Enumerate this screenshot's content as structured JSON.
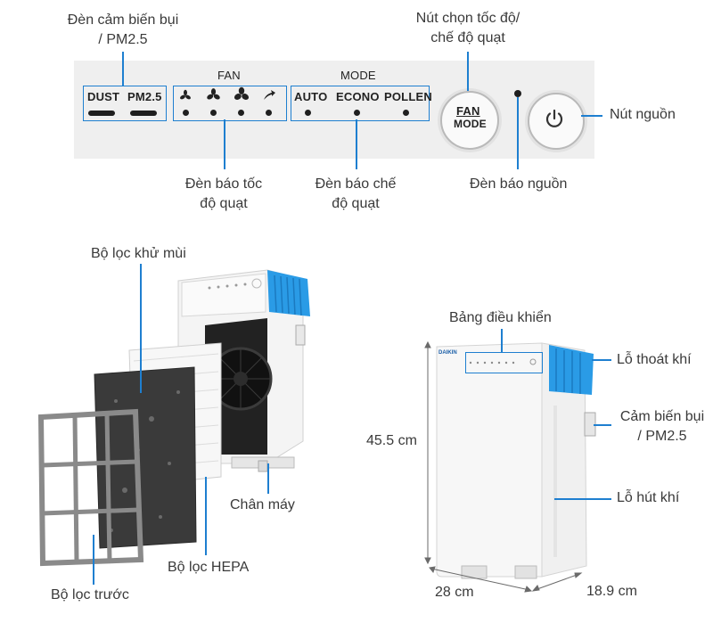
{
  "control_panel": {
    "dust_label": "DUST",
    "pm25_label": "PM2.5",
    "fan_header": "FAN",
    "mode_header": "MODE",
    "mode_auto": "AUTO",
    "mode_econo": "ECONO",
    "mode_pollen": "POLLEN",
    "fan_mode_top": "FAN",
    "fan_mode_bottom": "MODE"
  },
  "callouts": {
    "dust_sensor_l1": "Đèn cảm biến bụi",
    "dust_sensor_l2": "/ PM2.5",
    "speed_btn_l1": "Nút chọn tốc độ/",
    "speed_btn_l2": "chế độ quạt",
    "power_btn": "Nút nguồn",
    "fan_light_l1": "Đèn báo tốc",
    "fan_light_l2": "độ quạt",
    "mode_light_l1": "Đèn báo chế",
    "mode_light_l2": "độ quạt",
    "power_light": "Đèn báo nguồn"
  },
  "parts": {
    "deodorizing_filter": "Bộ lọc khử mùi",
    "base": "Chân máy",
    "hepa_filter": "Bộ lọc HEPA",
    "pre_filter": "Bộ lọc trước"
  },
  "front_view": {
    "control_panel": "Bảng điều khiển",
    "air_outlet": "Lỗ thoát khí",
    "sensor_l1": "Cảm biến bụi",
    "sensor_l2": "/ PM2.5",
    "air_inlet": "Lỗ hút khí",
    "height": "45.5 cm",
    "width": "28 cm",
    "depth": "18.9 cm",
    "brand": "DAIKIN"
  },
  "colors": {
    "accent": "#1e7fd0",
    "panel": "#efefef",
    "outlet_blue": "#2a9be6",
    "body_white": "#f7f7f7",
    "filter_dark": "#3a3a3a",
    "frame_gray": "#8a8a8a"
  }
}
